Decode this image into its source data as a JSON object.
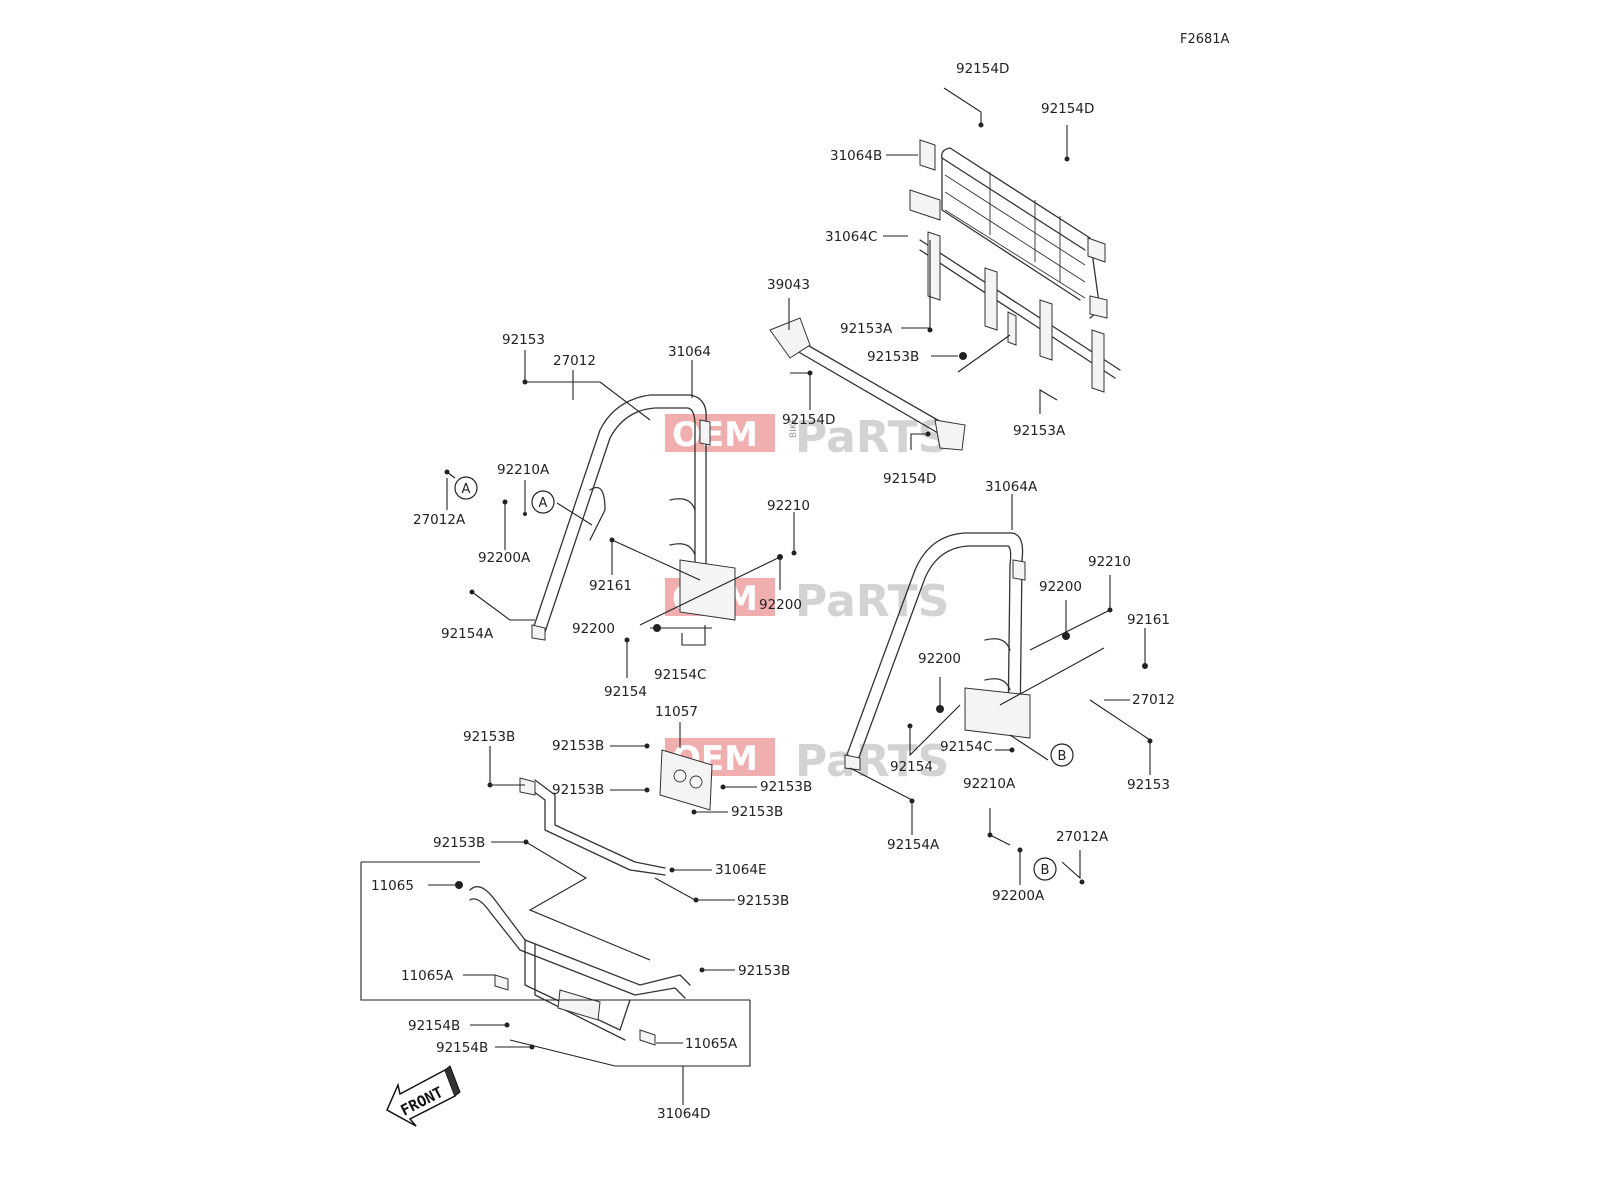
{
  "figure_ref": "F2681A",
  "front_label": "FRONT",
  "watermark": {
    "part1": "OEM",
    "bike": "BIKE",
    "part2": "PaRTS"
  },
  "callouts": {
    "a": "A",
    "b": "B"
  },
  "labels": {
    "p92154D_top": "92154D",
    "p92154D_right": "92154D",
    "p31064B": "31064B",
    "p31064C": "31064C",
    "p39043": "39043",
    "p92153A_upper": "92153A",
    "p92153B_rail": "92153B",
    "p92153A_lower": "92153A",
    "p92153_left": "92153",
    "p27012_left": "27012",
    "p31064": "31064",
    "p92154D_mid": "92154D",
    "p92154D_bar": "92154D",
    "p92210A_left": "92210A",
    "p27012A_left": "27012A",
    "p92200A_left": "92200A",
    "p92210_left": "92210",
    "p92161_left": "92161",
    "p92200_left_r": "92200",
    "p92200_left_l": "92200",
    "p92154A_left": "92154A",
    "p92154C_left": "92154C",
    "p92154_left": "92154",
    "p31064A": "31064A",
    "p92210_right": "92210",
    "p92200_right_top": "92200",
    "p92161_right": "92161",
    "p92200_right_mid": "92200",
    "p27012_right": "27012",
    "p92154_right": "92154",
    "p92154C_right": "92154C",
    "p92153_right": "92153",
    "p92210A_right": "92210A",
    "p92154A_right": "92154A",
    "p27012A_right": "27012A",
    "p92200A_right": "92200A",
    "p11057": "11057",
    "p92153B_plate_tl": "92153B",
    "p92153B_plate_bl": "92153B",
    "p92153B_plate_r": "92153B",
    "p92153B_plate_b": "92153B",
    "p92153B_brace_top": "92153B",
    "p92153B_brace_mid": "92153B",
    "p31064E": "31064E",
    "p92153B_brace_r": "92153B",
    "p11065": "11065",
    "p92153B_bumper_r": "92153B",
    "p11065A_left": "11065A",
    "p92154B_1": "92154B",
    "p92154B_2": "92154B",
    "p11065A_right": "11065A",
    "p31064D": "31064D"
  }
}
